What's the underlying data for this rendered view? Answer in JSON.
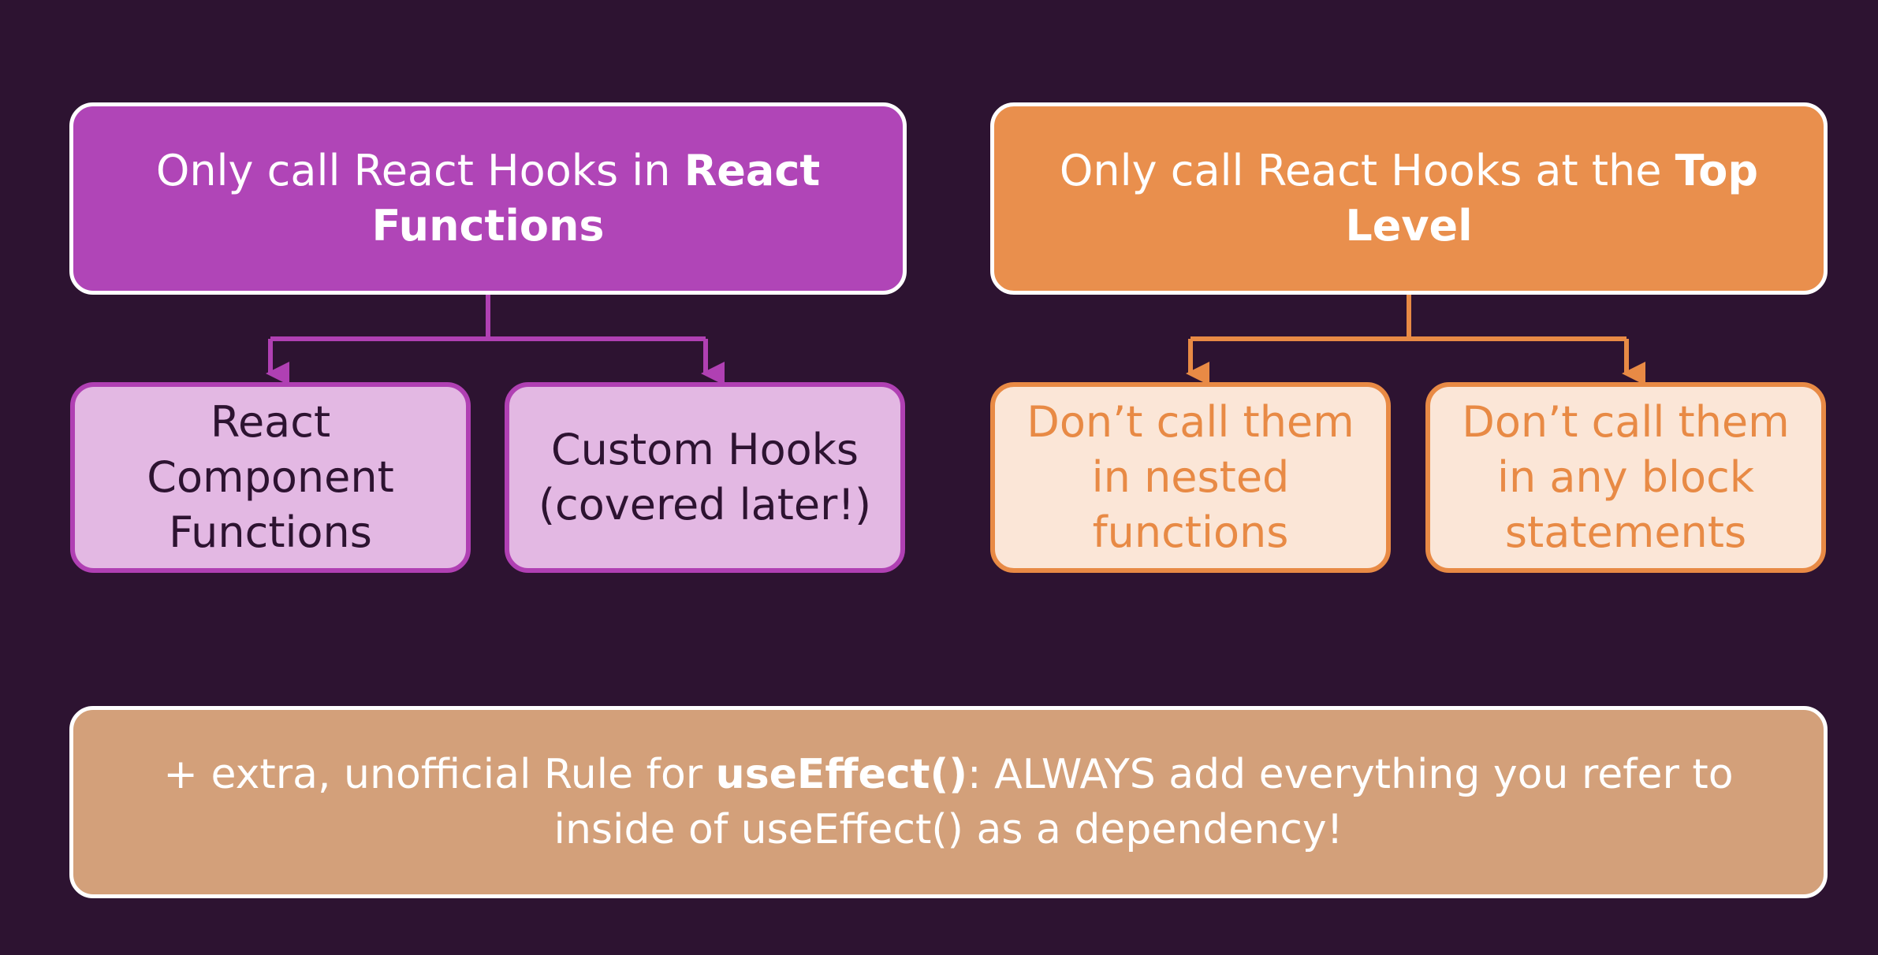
{
  "rules": {
    "react_functions": {
      "prefix": "Only call React Hooks in ",
      "emphasis": "React Functions",
      "children": [
        [
          "React",
          "Component",
          "Functions"
        ],
        [
          "Custom Hooks",
          "(covered later!)"
        ]
      ]
    },
    "top_level": {
      "prefix": "Only call React Hooks at the ",
      "emphasis": "Top Level",
      "children": [
        [
          "Don’t call them",
          "in nested",
          "functions"
        ],
        [
          "Don’t call them",
          "in any block",
          "statements"
        ]
      ]
    }
  },
  "extra_rule": {
    "prefix": "+ extra, unofficial Rule for ",
    "emphasis": "useEffect()",
    "suffix": ": ALWAYS add everything you refer to inside of useEffect() as a dependency!"
  },
  "colors": {
    "background": "#2d1331",
    "purple": "#b045b7",
    "purple_light": "#e3b8e3",
    "orange": "#e98f4d",
    "orange_light": "#fbe6d7",
    "tan": "#d3a07a"
  }
}
